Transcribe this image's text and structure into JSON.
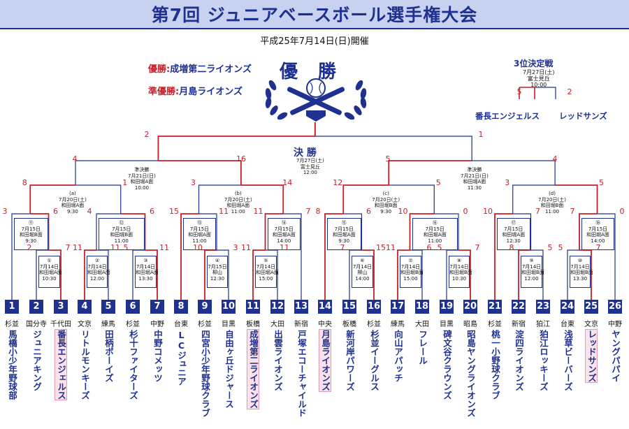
{
  "title": "第7回 ジュニアベースボール選手権大会",
  "date": "平成25年7月14日(日)開催",
  "champion": {
    "label": "優勝:",
    "name": "成増第二ライオンズ"
  },
  "runner_up": {
    "label": "準優勝:",
    "name": "月島ライオンズ"
  },
  "yusho_big": "優 勝",
  "third_place": {
    "title": "3位決定戦",
    "date": "7月27日(土)",
    "venue": "富士見丘",
    "time": "10:00",
    "left_team": "番長エンジェルス",
    "right_team": "レッドサンズ",
    "left_score": "5",
    "right_score": "2"
  },
  "final": {
    "label": "決 勝",
    "date": "7月27日(土)",
    "venue": "富士見丘",
    "time": "12:00",
    "left_score": "2",
    "right_score": "1"
  },
  "semi_left": {
    "label": "準決勝",
    "date": "7月21日(日)",
    "venue": "和田堀A面",
    "time": "10:00",
    "left_score": "4",
    "right_score": "16"
  },
  "semi_right": {
    "label": "準決勝",
    "date": "7月21日(日)",
    "venue": "和田堀A面",
    "time": "11:30",
    "left_score": "5",
    "right_score": "4"
  },
  "quarters": [
    {
      "tag": "(a)",
      "date": "7月20日(土)",
      "venue": "和田堀A面",
      "time": "9:30",
      "left_score": "8",
      "right_score": "1"
    },
    {
      "tag": "(b)",
      "date": "7月20日(土)",
      "venue": "和田堀A面",
      "time": "11:00",
      "left_score": "3",
      "right_score": "14"
    },
    {
      "tag": "(c)",
      "date": "7月20日(土)",
      "venue": "和田堀B面",
      "time": "9:30",
      "left_score": "12",
      "right_score": "5"
    },
    {
      "tag": "(d)",
      "date": "7月20日(土)",
      "venue": "和田堀B面",
      "time": "11:00",
      "left_score": "3",
      "right_score": "5"
    }
  ],
  "round2": [
    {
      "no": "⑪",
      "date": "7月15日",
      "venue": "和田堀B面",
      "time": "9:30",
      "left_score": "3",
      "right_score": "6"
    },
    {
      "no": "⑫",
      "date": "7月15日",
      "venue": "和田堀B面",
      "time": "11:00",
      "left_score": "4",
      "right_score": "6"
    },
    {
      "no": "⑬",
      "date": "7月15日",
      "venue": "和田堀A面",
      "time": "11:00",
      "left_score": "15",
      "right_score": "11"
    },
    {
      "no": "⑭",
      "date": "7月15日",
      "venue": "和田堀A面",
      "time": "14:00",
      "left_score": "11",
      "right_score": "7"
    },
    {
      "no": "⑮",
      "date": "7月15日",
      "venue": "和田堀A面",
      "time": "9:30",
      "left_score": "8",
      "right_score": "6"
    },
    {
      "no": "⑯",
      "date": "7月15日",
      "venue": "和田堀A面",
      "time": "11:00",
      "left_score": "10",
      "right_score": "0"
    },
    {
      "no": "⑰",
      "date": "7月15日",
      "venue": "和田堀A面",
      "time": "12:30",
      "left_score": "10",
      "right_score": "7"
    },
    {
      "no": "⑱",
      "date": "7月15日",
      "venue": "和田堀A面",
      "time": "14:00",
      "left_score": "7",
      "right_score": "0"
    }
  ],
  "round1": [
    {
      "no": "①",
      "date": "7月14日",
      "venue": "和田堀A面",
      "time": "10:30",
      "left_score": "2",
      "right_score": "7"
    },
    {
      "no": "②",
      "date": "7月14日",
      "venue": "和田堀A面",
      "time": "12:00",
      "left_score": "11",
      "right_score": "11"
    },
    {
      "no": "③",
      "date": "7月14日",
      "venue": "和田堀A面",
      "time": "13:30",
      "left_score": "5",
      "right_score": "11"
    },
    {
      "no": "④",
      "date": "7月15日",
      "venue": "柳山",
      "time": "12:30",
      "left_score": "10",
      "right_score": "3"
    },
    {
      "no": "⑤",
      "date": "7月14日",
      "venue": "和田堀A面",
      "time": "15:00",
      "left_score": "11",
      "right_score": "11"
    },
    {
      "no": "⑥",
      "date": "7月14日",
      "venue": "柳山",
      "time": "14:00",
      "left_score": "7",
      "right_score": "15"
    },
    {
      "no": "⑦",
      "date": "7月14日",
      "venue": "和田堀B面",
      "time": "15:00",
      "left_score": "11",
      "right_score": "6"
    },
    {
      "no": "⑧",
      "date": "7月14日",
      "venue": "和田堀B面",
      "time": "10:30",
      "left_score": "5",
      "right_score": "7"
    },
    {
      "no": "⑨",
      "date": "7月14日",
      "venue": "和田堀B面",
      "time": "12:00",
      "left_score": "8",
      "right_score": "5"
    },
    {
      "no": "⑩",
      "date": "7月14日",
      "venue": "和田堀B面",
      "time": "13:30",
      "left_score": "5",
      "right_score": "7"
    }
  ],
  "teams": [
    {
      "no": "1",
      "area": "杉並",
      "name": "馬橋小少年野球部"
    },
    {
      "no": "2",
      "area": "国分寺",
      "name": "ジュニアキング"
    },
    {
      "no": "3",
      "area": "千代田",
      "name": "番長エンジェルス"
    },
    {
      "no": "4",
      "area": "文京",
      "name": "リトルモンキーズ"
    },
    {
      "no": "5",
      "area": "練馬",
      "name": "田柄ボーイズ"
    },
    {
      "no": "6",
      "area": "杉並",
      "name": "杉十ファイターズ"
    },
    {
      "no": "7",
      "area": "中野",
      "name": "中野コメッツ"
    },
    {
      "no": "8",
      "area": "台東",
      "name": "LCジュニア"
    },
    {
      "no": "9",
      "area": "杉並",
      "name": "四宮小少年野球クラブ"
    },
    {
      "no": "10",
      "area": "目黒",
      "name": "自由ヶ丘ドジャース"
    },
    {
      "no": "11",
      "area": "板橋",
      "name": "成増第二ライオンズ"
    },
    {
      "no": "12",
      "area": "大田",
      "name": "出雲ライオンズ"
    },
    {
      "no": "13",
      "area": "新宿",
      "name": "戸塚エコーチャイルド"
    },
    {
      "no": "14",
      "area": "中央",
      "name": "月島ライオンズ"
    },
    {
      "no": "15",
      "area": "板橋",
      "name": "新河岸パワーズ"
    },
    {
      "no": "16",
      "area": "杉並",
      "name": "杉並イーグルス"
    },
    {
      "no": "17",
      "area": "練馬",
      "name": "向山アパッチ"
    },
    {
      "no": "18",
      "area": "大田",
      "name": "フレール"
    },
    {
      "no": "19",
      "area": "目黒",
      "name": "碑文谷クラウンズ"
    },
    {
      "no": "20",
      "area": "昭島",
      "name": "昭島ヤングライオンズ"
    },
    {
      "no": "21",
      "area": "杉並",
      "name": "桃一小野球クラブ"
    },
    {
      "no": "22",
      "area": "新宿",
      "name": "淀四ライオンズ"
    },
    {
      "no": "23",
      "area": "狛江",
      "name": "狛江ロッキーズ"
    },
    {
      "no": "24",
      "area": "台東",
      "name": "浅草ビーバーズ"
    },
    {
      "no": "25",
      "area": "文京",
      "name": "レッドサンズ"
    },
    {
      "no": "26",
      "area": "中野",
      "name": "ヤングパパイ"
    }
  ],
  "colors": {
    "blue": "#1e3190",
    "red": "#c81e28",
    "pink": "#fbe1ea"
  }
}
